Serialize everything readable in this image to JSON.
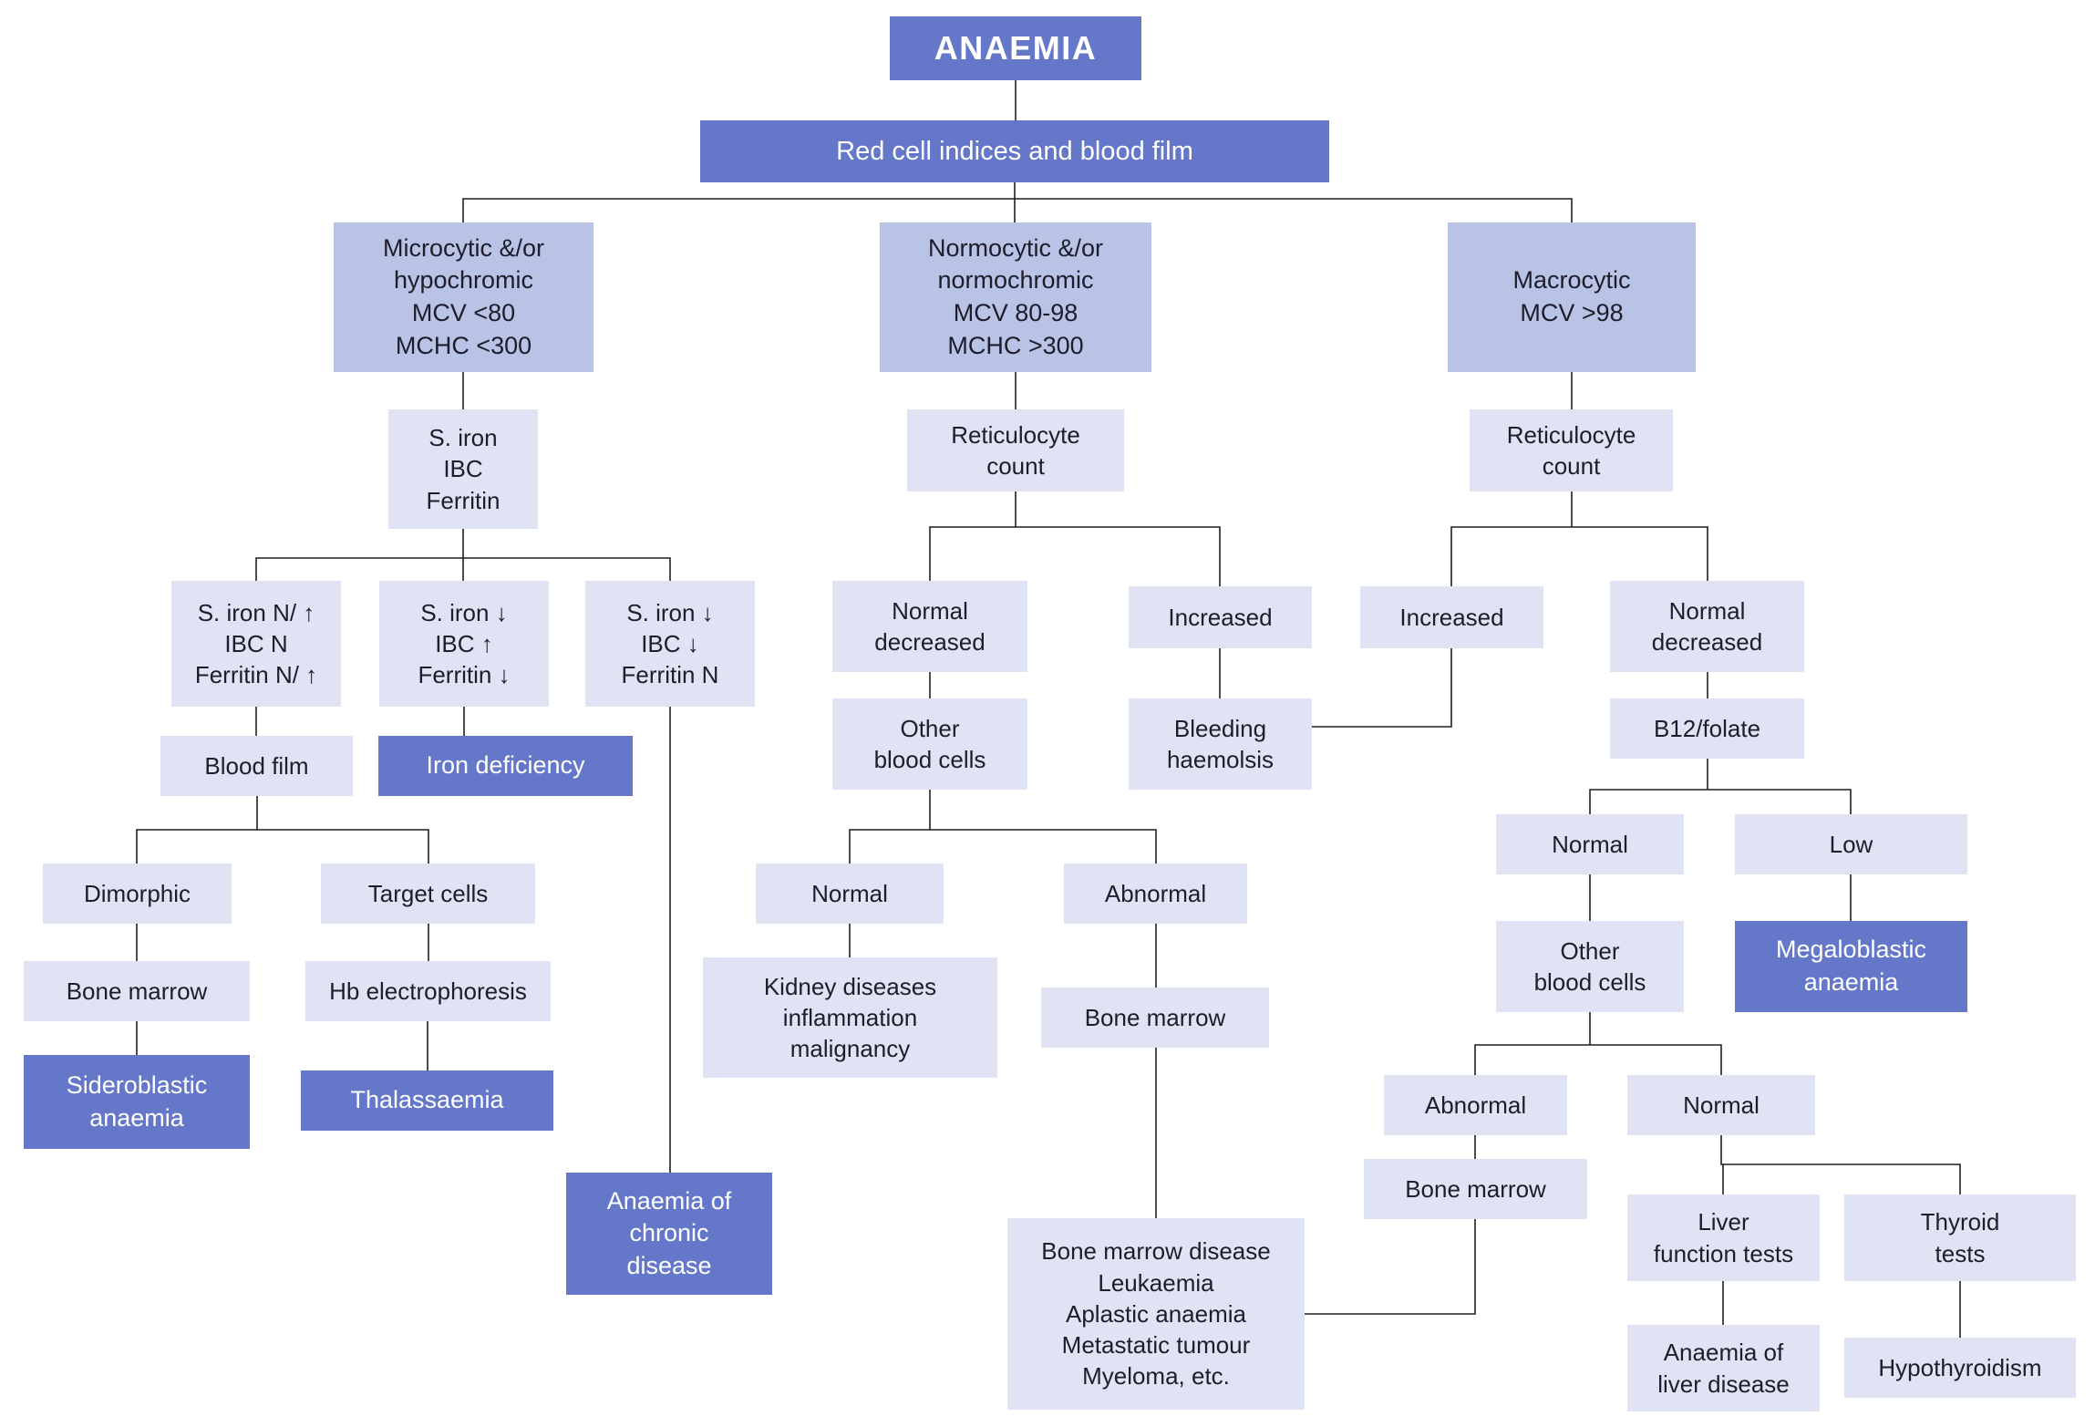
{
  "title": "ANAEMIA",
  "root_test": "Red cell indices and blood film",
  "colors": {
    "dark_box": "#6577c9",
    "medium_box": "#b9c3e6",
    "light_box": "#dfe3f4",
    "line": "#1f1f1f"
  },
  "nodes": {
    "microcytic": "Microcytic &/or\nhypochromic\nMCV <80\nMCHC <300",
    "normocytic": "Normocytic &/or\nnormochromic\nMCV 80-98\nMCHC >300",
    "macrocytic": "Macrocytic\nMCV >98",
    "iron_studies": "S. iron\nIBC\nFerritin",
    "iron_normal_high": "S. iron N/ ↑\nIBC N\nFerritin N/ ↑",
    "iron_low_ibc_high": "S. iron ↓\nIBC ↑\nFerritin ↓",
    "iron_low_ibc_low": "S. iron ↓\nIBC ↓\nFerritin N",
    "blood_film": "Blood film",
    "iron_deficiency": "Iron deficiency",
    "dimorphic": "Dimorphic",
    "target_cells": "Target cells",
    "bone_marrow_left": "Bone marrow",
    "sideroblastic": "Sideroblastic\nanaemia",
    "hb_electrophoresis": "Hb electrophoresis",
    "thalassaemia": "Thalassaemia",
    "chronic_disease": "Anaemia of\nchronic\ndisease",
    "reticulocyte_mid": "Reticulocyte\ncount",
    "normal_decreased_mid": "Normal\ndecreased",
    "increased_mid": "Increased",
    "other_blood_cells_mid": "Other\nblood cells",
    "bleeding_haemolysis": "Bleeding\nhaemolsis",
    "normal_mid": "Normal",
    "abnormal_mid": "Abnormal",
    "kidney": "Kidney diseases\ninflammation\nmalignancy",
    "bone_marrow_mid": "Bone marrow",
    "bone_marrow_disease": "Bone marrow disease\nLeukaemia\nAplastic anaemia\nMetastatic tumour\nMyeloma, etc.",
    "reticulocyte_right": "Reticulocyte\ncount",
    "increased_right": "Increased",
    "normal_decreased_right": "Normal\ndecreased",
    "b12_folate": "B12/folate",
    "normal_b12": "Normal",
    "low_b12": "Low",
    "other_blood_cells_right": "Other\nblood cells",
    "megaloblastic": "Megaloblastic\nanaemia",
    "abnormal_right": "Abnormal",
    "normal_right": "Normal",
    "bone_marrow_right": "Bone marrow",
    "liver_function_tests": "Liver\nfunction tests",
    "thyroid_tests": "Thyroid\ntests",
    "anaemia_liver": "Anaemia of\nliver disease",
    "hypothyroidism": "Hypothyroidism"
  }
}
